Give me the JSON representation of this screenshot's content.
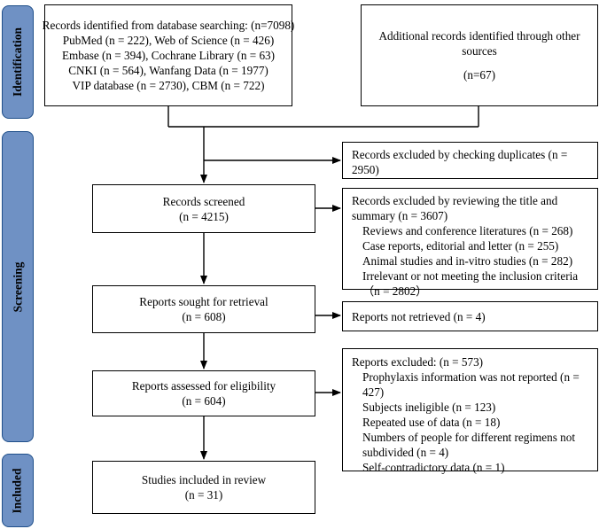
{
  "phases": {
    "identification": "Identification",
    "screening": "Screening",
    "included": "Included"
  },
  "db_search": {
    "lines": [
      "Records identified from database searching: (n=7098)",
      "PubMed (n = 222), Web of Science (n = 426)",
      "Embase (n = 394), Cochrane Library (n = 63)",
      "CNKI (n = 564), Wanfang Data (n = 1977)",
      "VIP database (n = 2730), CBM (n = 722)"
    ]
  },
  "other_sources": {
    "lines": [
      "Additional records identified through other",
      "sources",
      "(n=67)"
    ]
  },
  "duplicates": {
    "lines": [
      "Records excluded by checking duplicates (n =",
      "2950)"
    ]
  },
  "screened": {
    "lines": [
      "Records screened",
      "(n = 4215)"
    ]
  },
  "title_excluded": {
    "lines": [
      "Records excluded by reviewing the title and",
      "summary (n = 3607)",
      "Reviews and conference literatures (n = 268)",
      "Case reports, editorial and letter (n = 255)",
      "Animal studies and in-vitro studies (n = 282)",
      "Irrelevant or not meeting the inclusion criteria",
      "（n = 2802）"
    ]
  },
  "retrieval": {
    "lines": [
      "Reports sought for retrieval",
      "(n = 608)"
    ]
  },
  "not_retrieved": {
    "lines": [
      "Reports not retrieved (n = 4)"
    ]
  },
  "eligibility": {
    "lines": [
      "Reports assessed for eligibility",
      "(n = 604)"
    ]
  },
  "reports_excluded": {
    "lines": [
      "Reports excluded: (n = 573)",
      "Prophylaxis information was not reported (n =",
      "427)",
      "Subjects ineligible (n = 123)",
      "Repeated use of data (n = 18)",
      "Numbers of people for different regimens not",
      "subdivided (n = 4)",
      "Self-contradictory data (n = 1)"
    ]
  },
  "included_studies": {
    "lines": [
      "Studies included in review",
      "(n = 31)"
    ]
  }
}
